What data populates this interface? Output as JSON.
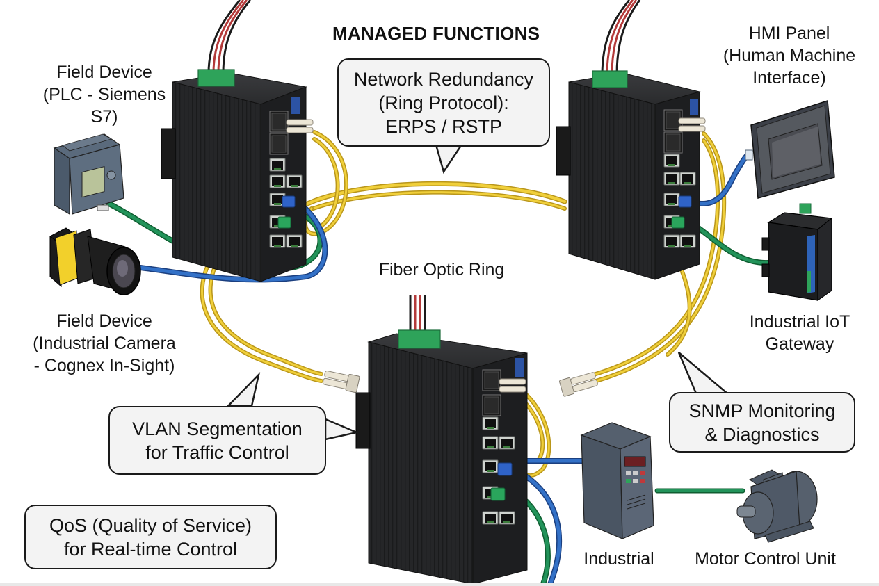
{
  "diagram": {
    "title": "MANAGED FUNCTIONS",
    "ring_label": "Fiber Optic Ring",
    "colors": {
      "fiber_cable": "#e6c229",
      "ethernet_blue": "#2f63b8",
      "ethernet_green": "#1f8a4c",
      "switch_body": "#2a2b2d",
      "terminal_block": "#2ea35a",
      "callout_fill": "#f3f3f3",
      "callout_border": "#1a1a1a"
    },
    "switches": [
      {
        "id": "switch-top-left",
        "icon": "industrial-ethernet-switch-icon"
      },
      {
        "id": "switch-top-right",
        "icon": "industrial-ethernet-switch-icon"
      },
      {
        "id": "switch-bottom-center",
        "icon": "industrial-ethernet-switch-icon"
      }
    ],
    "devices": {
      "plc": {
        "label": "Field Device\n(PLC - Siemens\nS7)",
        "icon": "plc-icon"
      },
      "camera": {
        "label": "Field Device\n(Industrial Camera\n- Cognex In-Sight)",
        "icon": "industrial-camera-icon"
      },
      "hmi": {
        "label": "HMI Panel\n(Human Machine\nInterface)",
        "icon": "hmi-panel-icon"
      },
      "iot_gateway": {
        "label": "Industrial IoT\nGateway",
        "icon": "iot-gateway-icon"
      },
      "drive": {
        "label": "Industrial",
        "icon": "variable-frequency-drive-icon"
      },
      "motor": {
        "label": "Motor Control Unit",
        "icon": "electric-motor-icon"
      }
    },
    "callouts": {
      "redundancy": "Network Redundancy\n(Ring Protocol):\nERPS / RSTP",
      "vlan": "VLAN Segmentation\nfor Traffic Control",
      "snmp": "SNMP Monitoring\n& Diagnostics",
      "qos": "QoS (Quality of Service)\nfor Real-time Control"
    }
  }
}
